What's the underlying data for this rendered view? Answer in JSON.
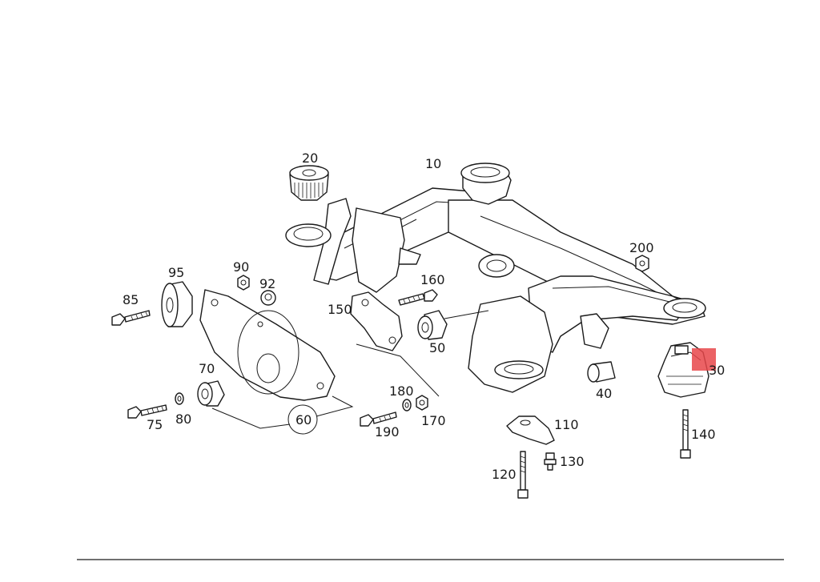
{
  "diagram": {
    "callouts": [
      {
        "id": "c10",
        "text": "10"
      },
      {
        "id": "c20",
        "text": "20"
      },
      {
        "id": "c30",
        "text": "30"
      },
      {
        "id": "c40",
        "text": "40"
      },
      {
        "id": "c50",
        "text": "50"
      },
      {
        "id": "c60",
        "text": "60"
      },
      {
        "id": "c70",
        "text": "70"
      },
      {
        "id": "c75",
        "text": "75"
      },
      {
        "id": "c80",
        "text": "80"
      },
      {
        "id": "c85",
        "text": "85"
      },
      {
        "id": "c90",
        "text": "90"
      },
      {
        "id": "c92",
        "text": "92"
      },
      {
        "id": "c95",
        "text": "95"
      },
      {
        "id": "c110",
        "text": "110"
      },
      {
        "id": "c120",
        "text": "120"
      },
      {
        "id": "c130",
        "text": "130"
      },
      {
        "id": "c140",
        "text": "140"
      },
      {
        "id": "c150",
        "text": "150"
      },
      {
        "id": "c160",
        "text": "160"
      },
      {
        "id": "c170",
        "text": "170"
      },
      {
        "id": "c180",
        "text": "180"
      },
      {
        "id": "c190",
        "text": "190"
      },
      {
        "id": "c200",
        "text": "200"
      }
    ],
    "colors": {
      "line": "#1a1a1a",
      "highlight": "#e8474a",
      "background": "#ffffff"
    }
  }
}
